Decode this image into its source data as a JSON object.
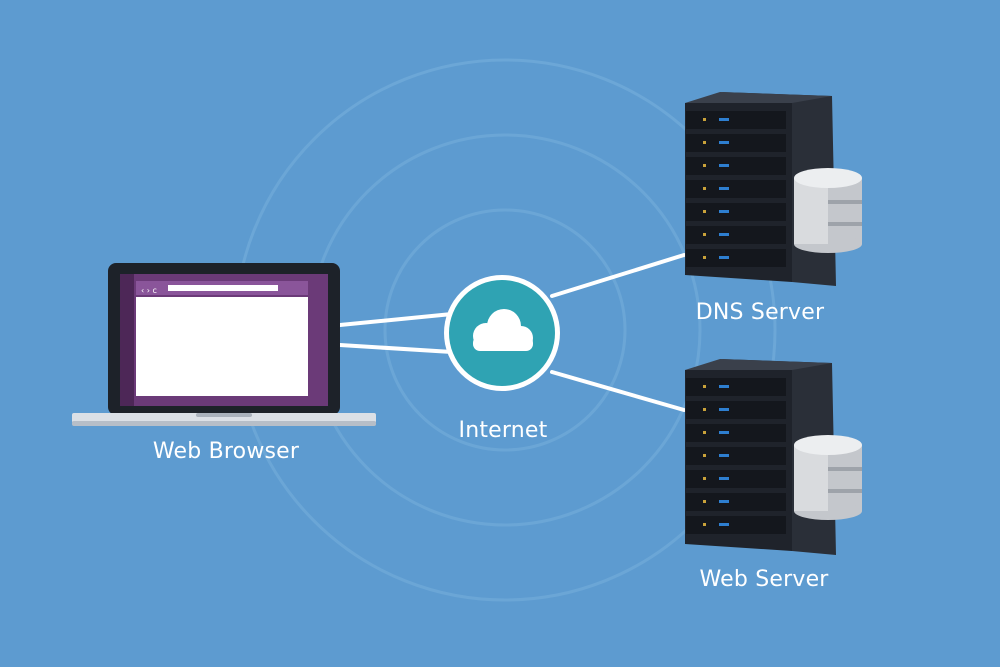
{
  "diagram": {
    "nodes": {
      "browser": {
        "label": "Web Browser",
        "icon": "laptop-icon"
      },
      "internet": {
        "label": "Internet",
        "icon": "cloud-icon"
      },
      "dns": {
        "label": "DNS Server",
        "icon": "server-rack-icon",
        "accessory_icon": "database-icon"
      },
      "web": {
        "label": "Web Server",
        "icon": "server-rack-icon",
        "accessory_icon": "database-icon"
      }
    },
    "edges": [
      {
        "from": "browser",
        "to": "internet"
      },
      {
        "from": "browser",
        "to": "internet"
      },
      {
        "from": "internet",
        "to": "dns"
      },
      {
        "from": "internet",
        "to": "web"
      }
    ]
  },
  "colors": {
    "background": "#5d9bd0",
    "ripple": "#78b0dc",
    "connector": "#ffffff",
    "cloud_node": "#2fa3b3",
    "laptop_screen": "#6b3a78",
    "server_body": "#252a33",
    "server_led": "#2e7fd1",
    "database": "#d9dbde"
  }
}
